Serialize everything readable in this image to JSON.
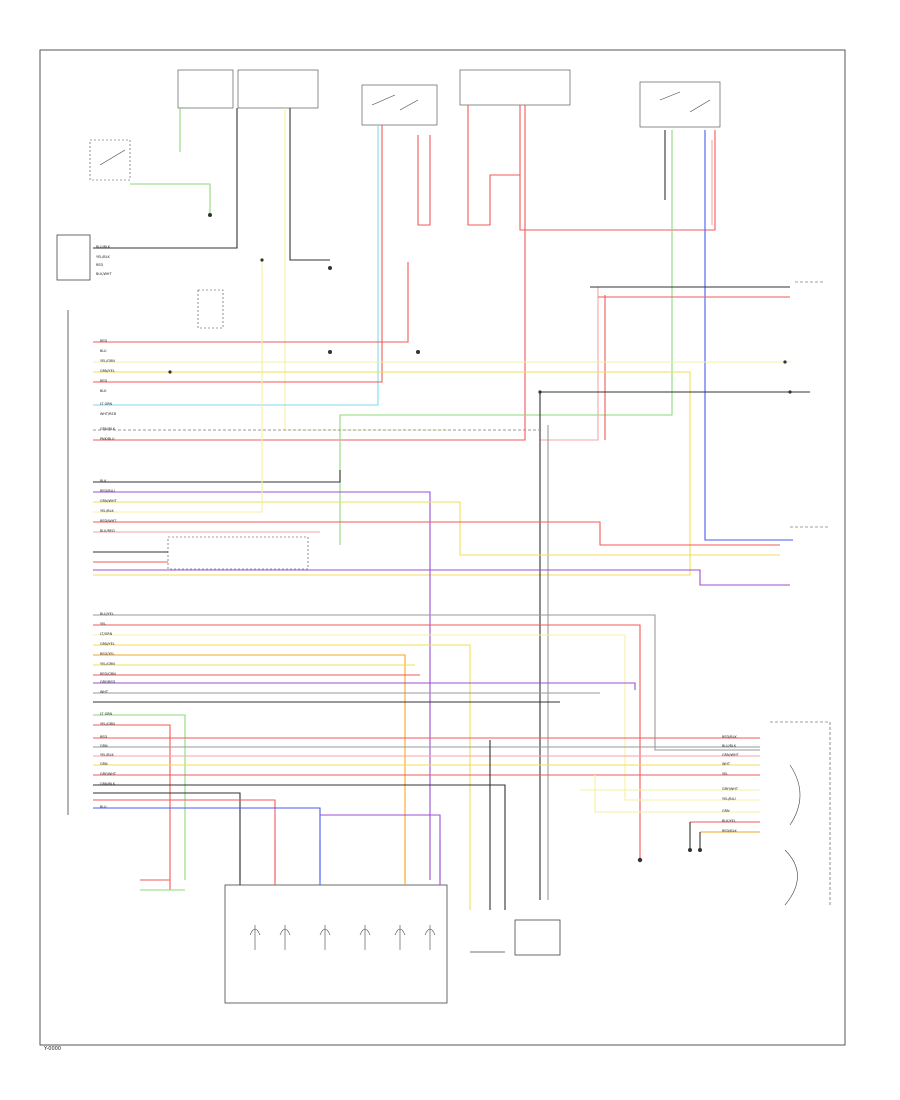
{
  "page": {
    "corner_code": "Y-0000"
  },
  "colors": {
    "frame": "#333333",
    "red": "#f25a5a",
    "pink": "#f7a6a6",
    "orange": "#f5a623",
    "yellow": "#f2e055",
    "light_yellow": "#f5f0a0",
    "green": "#8fd97a",
    "blue": "#4a5cf0",
    "light_blue": "#7fd8f0",
    "purple": "#9b4fd0",
    "violet": "#c06cf0",
    "gray": "#9a9a9a",
    "black": "#333333"
  },
  "wire_labels": {
    "upper_left": [
      "BLU/BLK",
      "YEL/BLK",
      "RED",
      "BLK/WHT"
    ],
    "ecm_upper": [
      "RED",
      "BLU",
      "YEL/GRN",
      "GRN/YEL",
      "RED",
      "BLK",
      "LT GRN",
      "WHT/RED",
      "GRN/BLK",
      "PNK/BLU"
    ],
    "ecm_middle": [
      "BLK",
      "RED/BLU",
      "GRN/WHT",
      "YEL/BLK",
      "RED/WHT",
      "BLK/RED"
    ],
    "ecm_solenoid": [
      "BLU/YEL",
      "YEL",
      "LT/GRN",
      "GRN/YEL",
      "RED/YEL",
      "YEL/GRN",
      "RED/GRN",
      "GRY/RED",
      "WHT",
      "LT GRN",
      "YEL/GRN",
      "RED",
      "GRN",
      "YEL/BLK",
      "GRN",
      "GRY/WHT",
      "GRN/BLK",
      "BLU"
    ],
    "right_range": [
      "RED/BLK",
      "BLU/BLK",
      "GRN/WHT",
      "WHT",
      "YEL",
      "GRY/WHT",
      "YEL/BLU",
      "GRN",
      "BLK/YEL",
      "RED/BLK"
    ]
  }
}
